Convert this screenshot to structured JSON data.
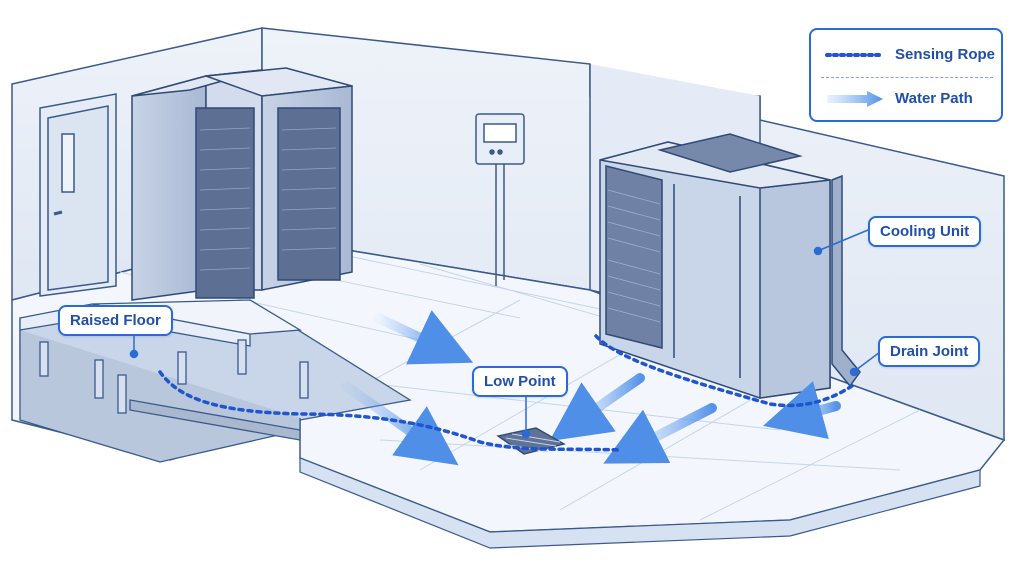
{
  "legend": {
    "sensing_rope": "Sensing Rope",
    "water_path": "Water Path"
  },
  "callouts": {
    "raised_floor": "Raised Floor",
    "low_point": "Low Point",
    "cooling_unit": "Cooling Unit",
    "drain_joint": "Drain Joint"
  },
  "colors": {
    "accent": "#2a6bd6",
    "rope": "#1f55d0",
    "water_arrow": "#7fb0f2",
    "line": "#3a5a8c",
    "wall": "#e9eef7",
    "floor": "#f3f7fd"
  }
}
